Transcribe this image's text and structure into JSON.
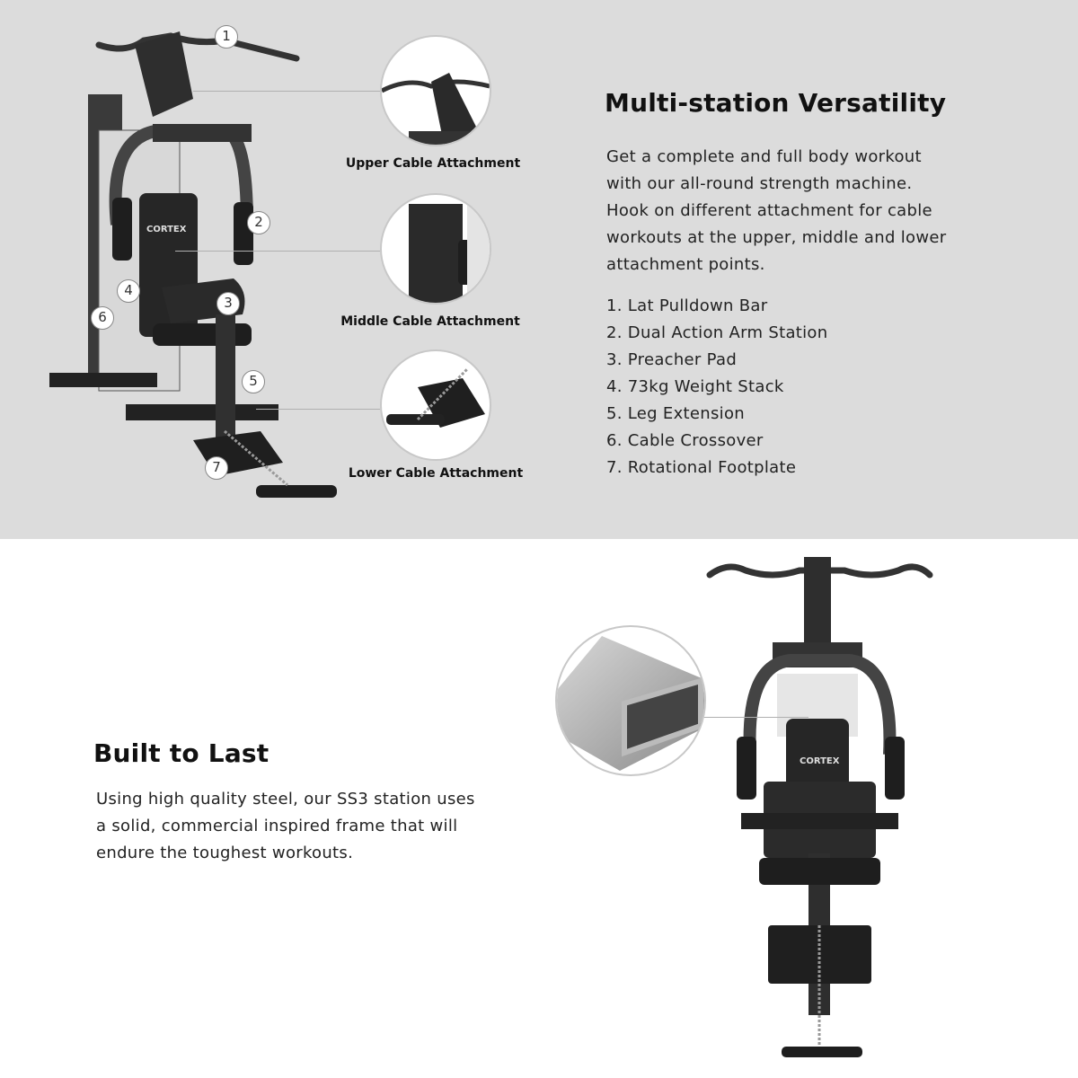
{
  "versatility": {
    "title": "Multi-station Versatility",
    "description": [
      "Get a complete and full body workout",
      "with our all-round strength machine.",
      "Hook on different attachment for cable",
      "workouts at the upper, middle and lower",
      "attachment points."
    ],
    "features": [
      "1. Lat Pulldown Bar",
      "2. Dual Action Arm Station",
      "3. Preacher Pad",
      "4. 73kg Weight Stack",
      "5. Leg Extension",
      "6. Cable Crossover",
      "7. Rotational Footplate"
    ],
    "callouts": [
      "Upper Cable Attachment",
      "Middle Cable Attachment",
      "Lower Cable Attachment"
    ],
    "badges": [
      "1",
      "2",
      "3",
      "4",
      "5",
      "6",
      "7"
    ],
    "brand": "CORTEX"
  },
  "durability": {
    "title": "Built to Last",
    "description": [
      "Using high quality steel, our SS3 station uses",
      "a solid, commercial inspired frame that will",
      "endure the toughest workouts."
    ]
  },
  "colors": {
    "panel": "#dcdcdc",
    "frame": "#2b2b2b",
    "text": "#1a1a1a"
  }
}
